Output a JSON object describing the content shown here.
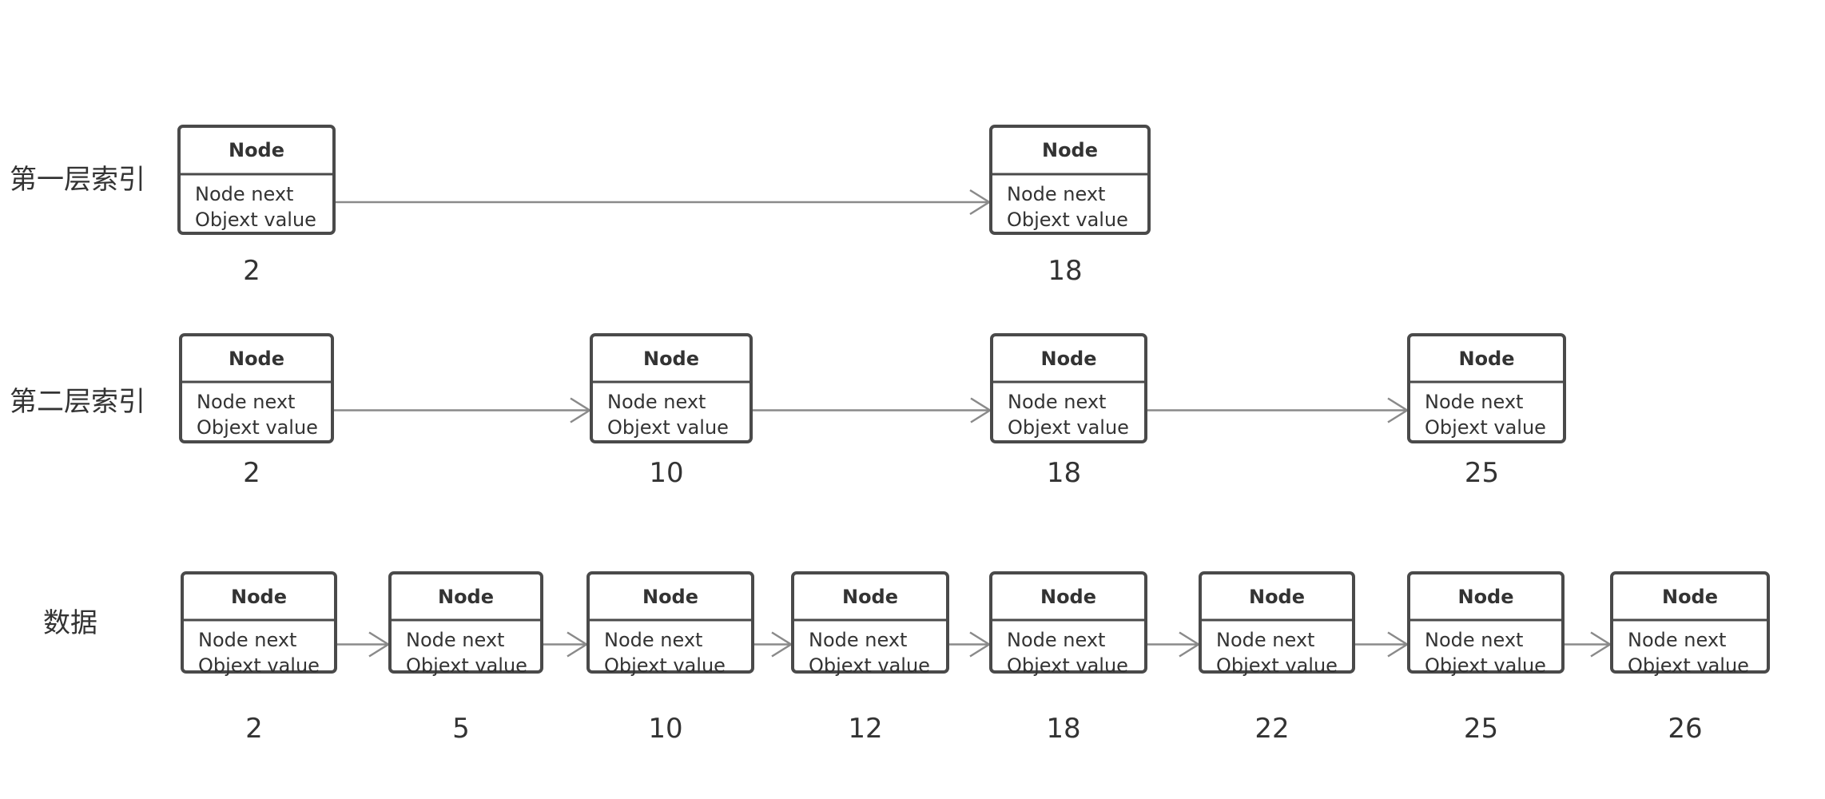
{
  "node_template": {
    "title": "Node",
    "field_next": "Node next",
    "field_value": "Objext value"
  },
  "levels": [
    {
      "id": "index-level-1",
      "label": "第一层索引",
      "keys": [
        "2",
        "18"
      ]
    },
    {
      "id": "index-level-2",
      "label": "第二层索引",
      "keys": [
        "2",
        "10",
        "18",
        "25"
      ]
    },
    {
      "id": "data-level",
      "label": "数据",
      "keys": [
        "2",
        "5",
        "10",
        "12",
        "18",
        "22",
        "25",
        "26"
      ]
    }
  ],
  "colors": {
    "box_stroke": "#4a4a4a",
    "arrow": "#8a8a8a",
    "text": "#333333",
    "background": "#ffffff"
  }
}
